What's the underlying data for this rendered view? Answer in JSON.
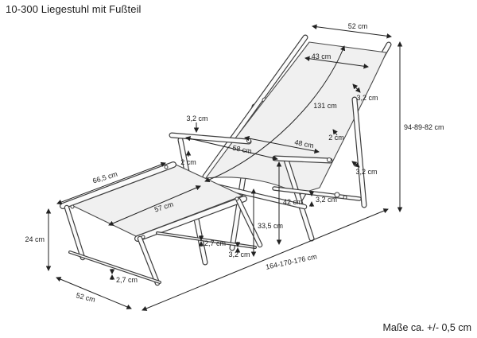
{
  "title": "10-300 Liegestuhl mit Fußteil",
  "note": "Maße ca. +/- 0,5 cm",
  "dimensions": {
    "top_width": "52 cm",
    "fabric_top_width": "43 cm",
    "fabric_length": "131 cm",
    "top_rail_thickness": "3,2 cm",
    "backrest_height": "94-89-82 cm",
    "armrest_thickness": "3,2 cm",
    "armrest_span_outer": "58 cm",
    "armrest_span_inner": "48 cm",
    "fabric_edge_left": "2 cm",
    "fabric_edge_right": "2 cm",
    "rear_leg_thickness": "3,2 cm",
    "rear_stretcher_thickness": "3,2 cm",
    "armrest_height": "42 cm",
    "seat_height": "33,5 cm",
    "footrest_side_length": "66,5 cm",
    "footrest_fabric_width": "57 cm",
    "footrest_height": "24 cm",
    "footrest_width": "52 cm",
    "footrest_rail_thickness": "2,7 cm",
    "side_stretcher_thickness": "2,7 cm",
    "front_leg_thickness": "3,2 cm",
    "total_length": "164-170-176 cm"
  },
  "colors": {
    "line": "#3e3e3e",
    "dimension_line": "#222222",
    "fabric_fill": "#f0f0f0",
    "frame_fill": "#fbfbfb",
    "text": "#1c1c1c"
  }
}
